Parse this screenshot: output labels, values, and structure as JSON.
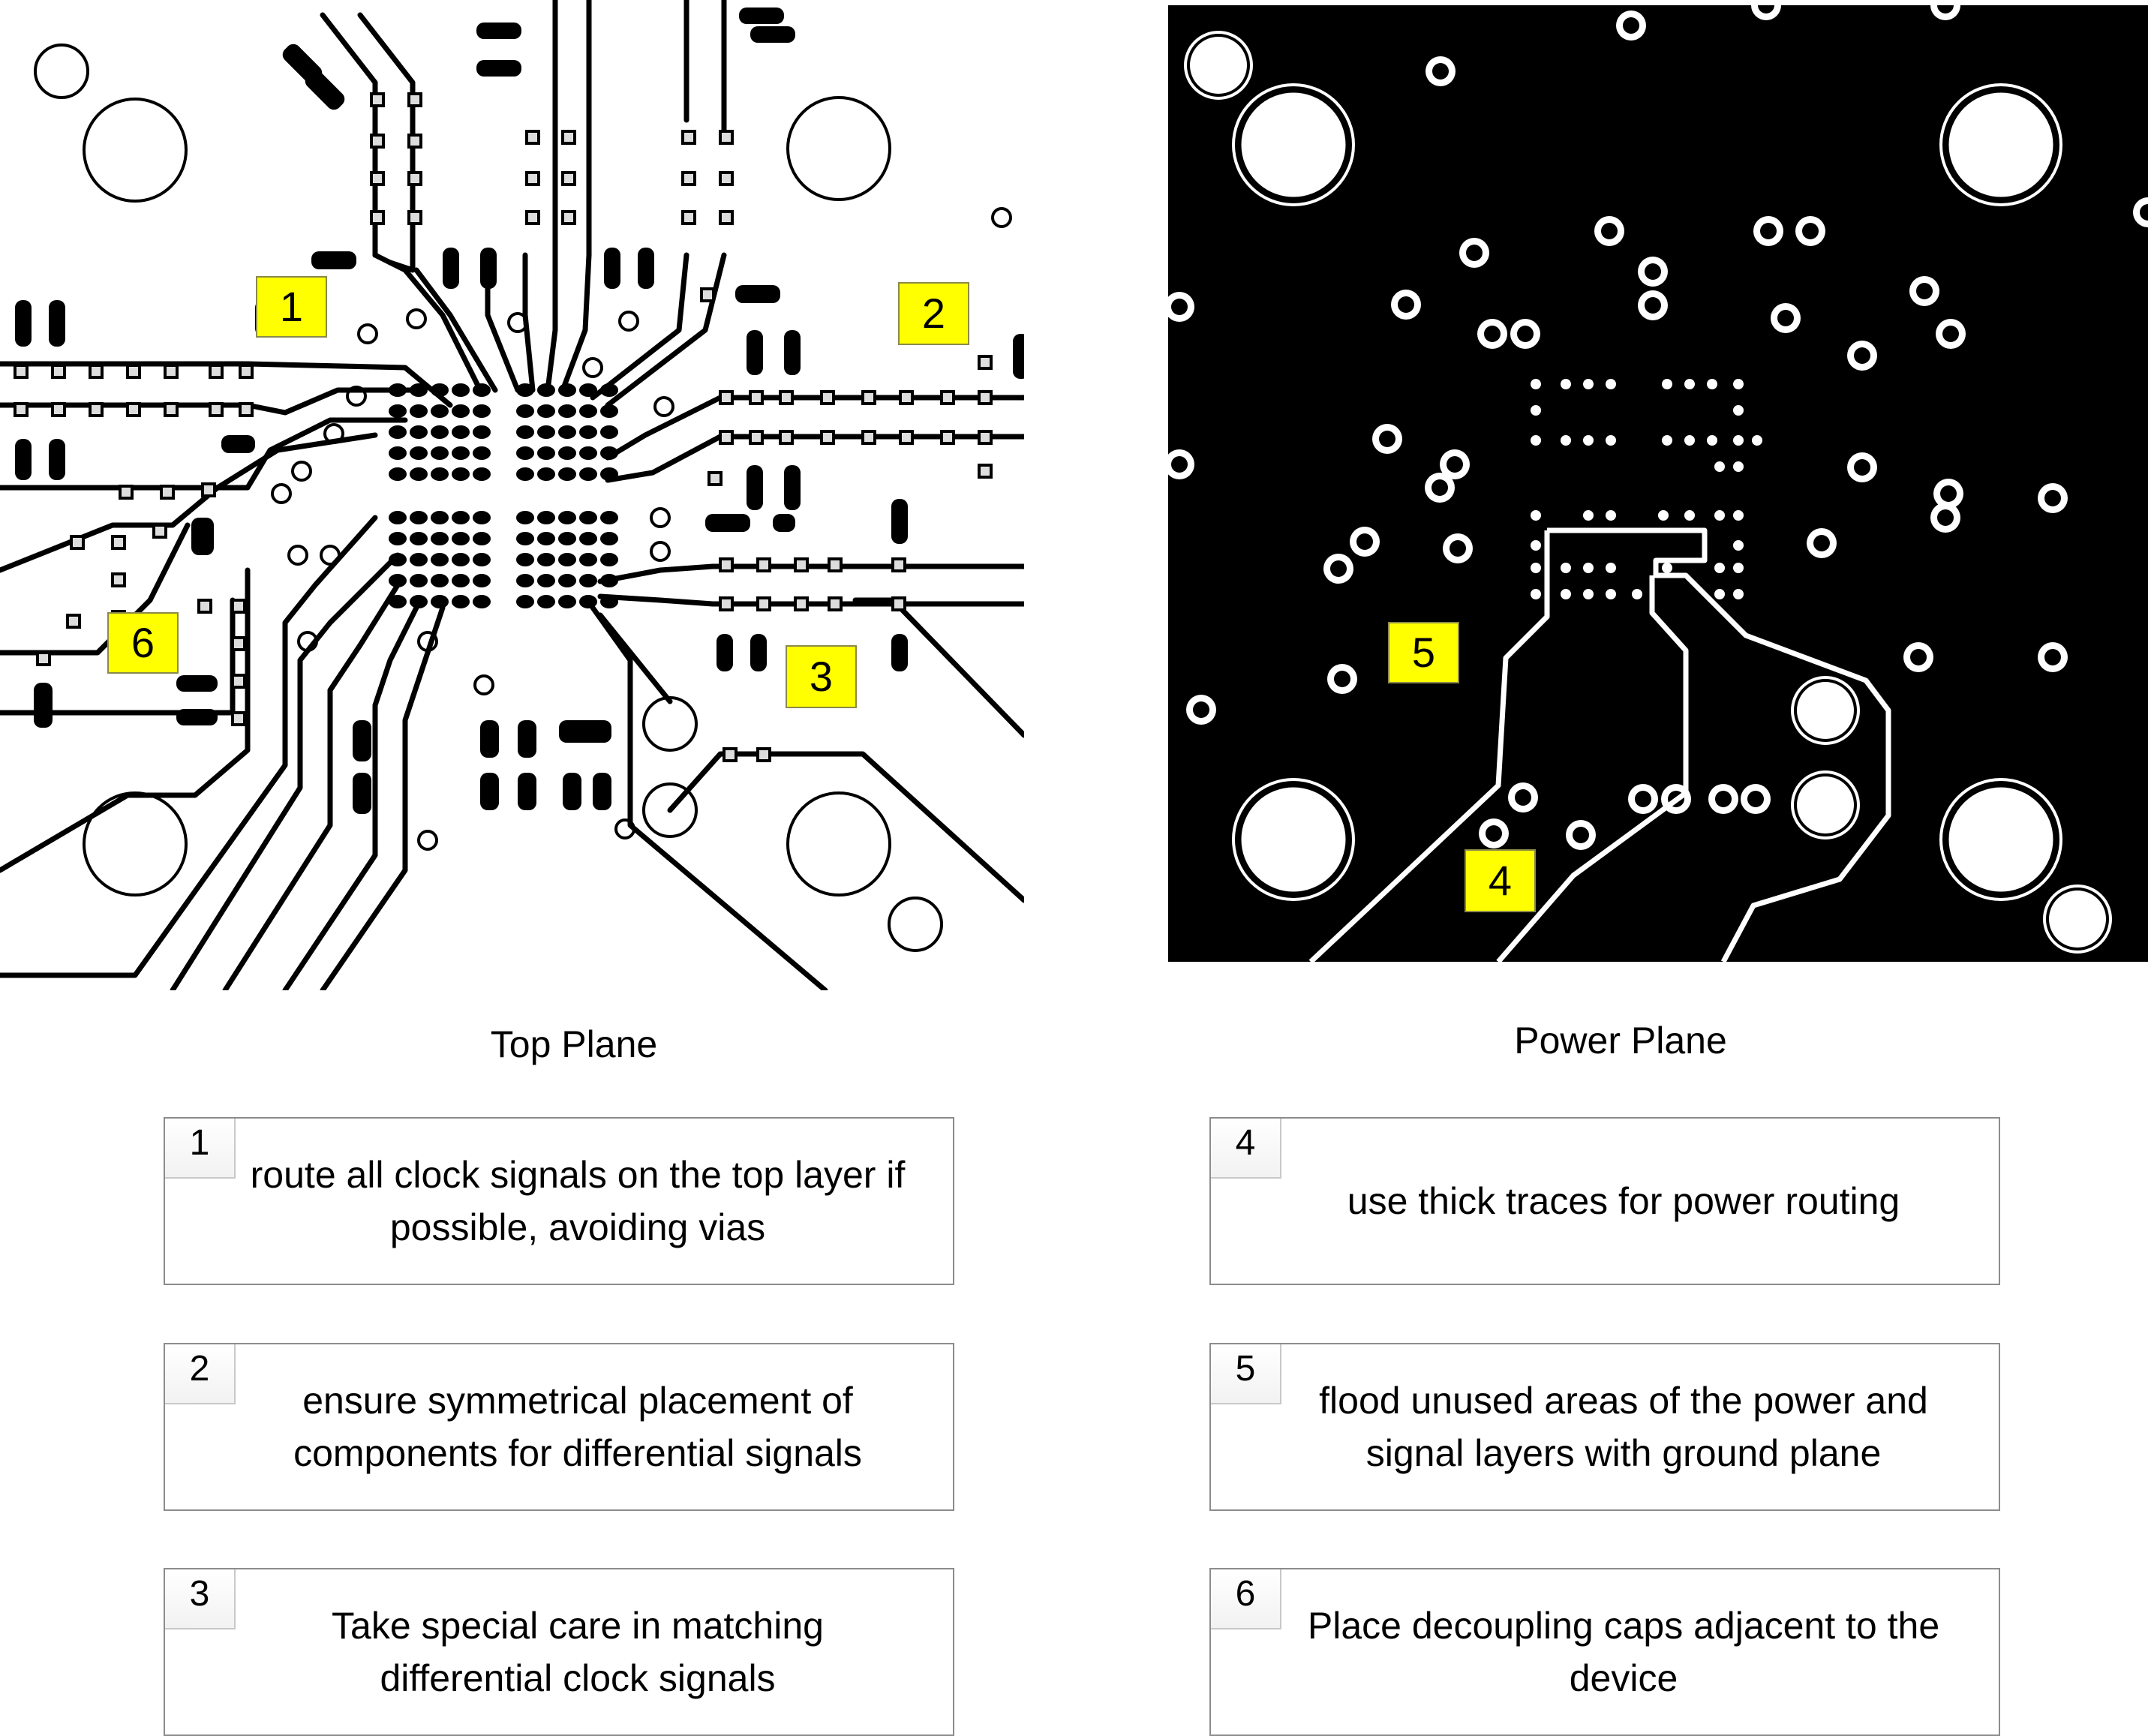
{
  "planes": {
    "top_title": "Top Plane",
    "power_title": "Power Plane"
  },
  "markers": {
    "top": [
      "1",
      "2",
      "3",
      "6"
    ],
    "power": [
      "5",
      "4"
    ]
  },
  "notes": [
    {
      "num": "1",
      "text": "route all clock signals on the top layer if possible, avoiding vias"
    },
    {
      "num": "2",
      "text": "ensure symmetrical placement of components for differential signals"
    },
    {
      "num": "3",
      "text": "Take special care in matching differential clock signals"
    },
    {
      "num": "4",
      "text": "use thick traces for power routing"
    },
    {
      "num": "5",
      "text": "flood unused areas of the power and signal layers with ground plane"
    },
    {
      "num": "6",
      "text": "Place decoupling caps adjacent to the device"
    }
  ],
  "colors": {
    "marker": "#ffff00",
    "plane_background": "#000000",
    "copper": "#000000"
  }
}
